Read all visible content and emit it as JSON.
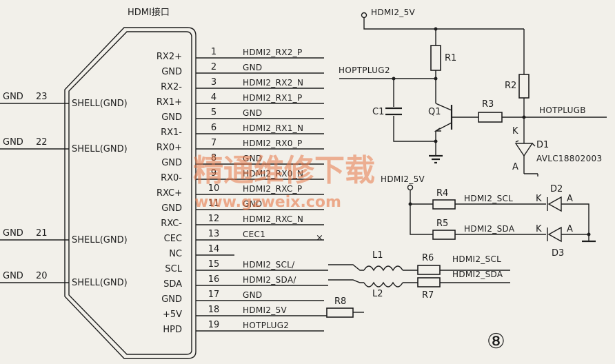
{
  "connector": {
    "title": "HDMI接口",
    "pins": [
      {
        "num": "1",
        "name": "RX2+",
        "net": "HDMI2_RX2_P"
      },
      {
        "num": "2",
        "name": "GND",
        "net": "GND"
      },
      {
        "num": "3",
        "name": "RX2-",
        "net": "HDMI2_RX2_N"
      },
      {
        "num": "4",
        "name": "RX1+",
        "net": "HDMI2_RX1_P"
      },
      {
        "num": "5",
        "name": "GND",
        "net": "GND"
      },
      {
        "num": "6",
        "name": "RX1-",
        "net": "HDMI2_RX1_N"
      },
      {
        "num": "7",
        "name": "RX0+",
        "net": "HDMI2_RX0_P"
      },
      {
        "num": "8",
        "name": "GND",
        "net": "GND"
      },
      {
        "num": "9",
        "name": "RX0-",
        "net": "HDMI2_RX0_N"
      },
      {
        "num": "10",
        "name": "RXC+",
        "net": "HDMI2_RXC_P"
      },
      {
        "num": "11",
        "name": "GND",
        "net": "GND"
      },
      {
        "num": "12",
        "name": "RXC-",
        "net": "HDMI2_RXC_N"
      },
      {
        "num": "13",
        "name": "CEC",
        "net": "CEC1"
      },
      {
        "num": "14",
        "name": "NC",
        "net": ""
      },
      {
        "num": "15",
        "name": "SCL",
        "net": "HDMI2_SCL/"
      },
      {
        "num": "16",
        "name": "SDA",
        "net": "HDMI2_SDA/"
      },
      {
        "num": "17",
        "name": "GND",
        "net": "GND"
      },
      {
        "num": "18",
        "name": "+5V",
        "net": "HDMI2_5V"
      },
      {
        "num": "19",
        "name": "HPD",
        "net": "HOTPLUG2"
      }
    ],
    "shell": [
      {
        "num": "23",
        "name": "SHELL(GND)",
        "net": "GND"
      },
      {
        "num": "22",
        "name": "SHELL(GND)",
        "net": "GND"
      },
      {
        "num": "21",
        "name": "SHELL(GND)",
        "net": "GND"
      },
      {
        "num": "20",
        "name": "SHELL(GND)",
        "net": "GND"
      }
    ]
  },
  "hotplug": {
    "supply": "HDMI2_5V",
    "input": "HOPTPLUG2",
    "output": "HOTPLUGB",
    "r1": "R1",
    "r2": "R2",
    "r3": "R3",
    "c1": "C1",
    "q1": "Q1",
    "d1": "D1",
    "d1_part": "AVLC18802003",
    "k": "K",
    "a": "A"
  },
  "ddc": {
    "supply": "HDMI2_5V",
    "r4": "R4",
    "r5": "R5",
    "scl": "HDMI2_SCL",
    "sda": "HDMI2_SDA",
    "d2": "D2",
    "d3": "D3",
    "k2": "K",
    "a2": "A",
    "k3": "K",
    "a3": "A"
  },
  "filter": {
    "l1": "L1",
    "l2": "L2",
    "r6": "R6",
    "r7": "R7",
    "r8": "R8",
    "scl": "HDMI2_SCL",
    "sda": "HDMI2_SDA"
  },
  "misc": {
    "nc_mark": "×",
    "figure_number": "⑧"
  },
  "watermark": {
    "line1": "精通维修下载",
    "line2": "www.gzweix.com"
  }
}
